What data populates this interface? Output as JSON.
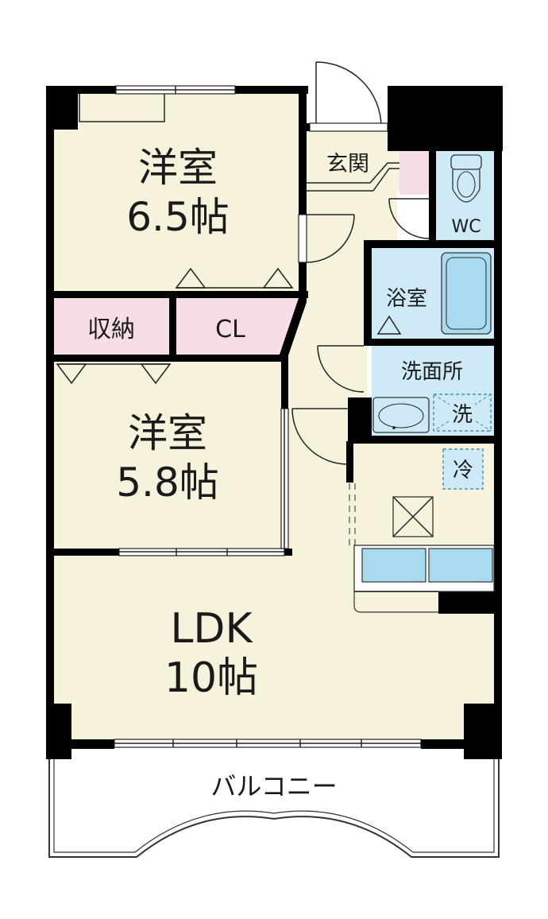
{
  "colors": {
    "floor": "#f7f2dc",
    "storage": "#f6dde8",
    "wet": "#cdeaf6",
    "fixture": "#a9dbf0",
    "wall": "#000000",
    "dashed": "#5aa9c8"
  },
  "rooms": {
    "western_1": {
      "name": "洋室",
      "size": "6.5帖"
    },
    "western_2": {
      "name": "洋室",
      "size": "5.8帖"
    },
    "ldk": {
      "name": "LDK",
      "size": "10帖"
    },
    "storage": {
      "name": "収納"
    },
    "closet": {
      "name": "CL"
    },
    "entrance": {
      "name": "玄関"
    },
    "toilet": {
      "name": "WC"
    },
    "bath": {
      "name": "浴室"
    },
    "washroom": {
      "name": "洗面所"
    },
    "washer": {
      "name": "洗"
    },
    "fridge": {
      "name": "冷"
    },
    "balcony": {
      "name": "バルコニー"
    }
  }
}
